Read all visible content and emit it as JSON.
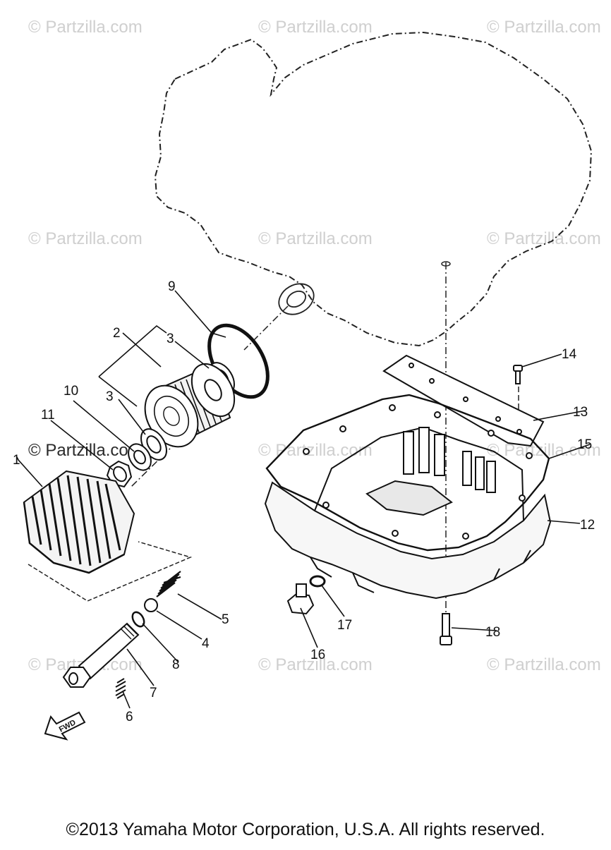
{
  "watermark": "© Partzilla.com",
  "callouts": [
    "1",
    "2",
    "3",
    "3",
    "4",
    "5",
    "6",
    "7",
    "8",
    "9",
    "10",
    "11",
    "12",
    "13",
    "14",
    "15",
    "16",
    "17",
    "18"
  ],
  "fwd_label": "FWD",
  "copyright": "©2013  Yamaha Motor Corporation, U.S.A. All rights reserved."
}
